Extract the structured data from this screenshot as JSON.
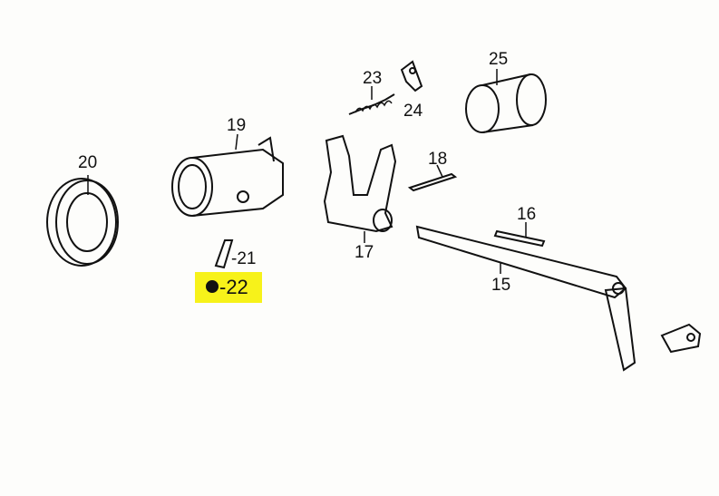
{
  "title": "Exploded parts diagram",
  "highlight_color": "#f7f21a",
  "highlighted_part": "22",
  "parts": [
    {
      "number": "15",
      "label": "15"
    },
    {
      "number": "16",
      "label": "16"
    },
    {
      "number": "17",
      "label": "17"
    },
    {
      "number": "18",
      "label": "18"
    },
    {
      "number": "19",
      "label": "19"
    },
    {
      "number": "20",
      "label": "20"
    },
    {
      "number": "21",
      "label": "-21"
    },
    {
      "number": "22",
      "label": "-22"
    },
    {
      "number": "23",
      "label": "23"
    },
    {
      "number": "24",
      "label": "24"
    },
    {
      "number": "25",
      "label": "25"
    }
  ]
}
